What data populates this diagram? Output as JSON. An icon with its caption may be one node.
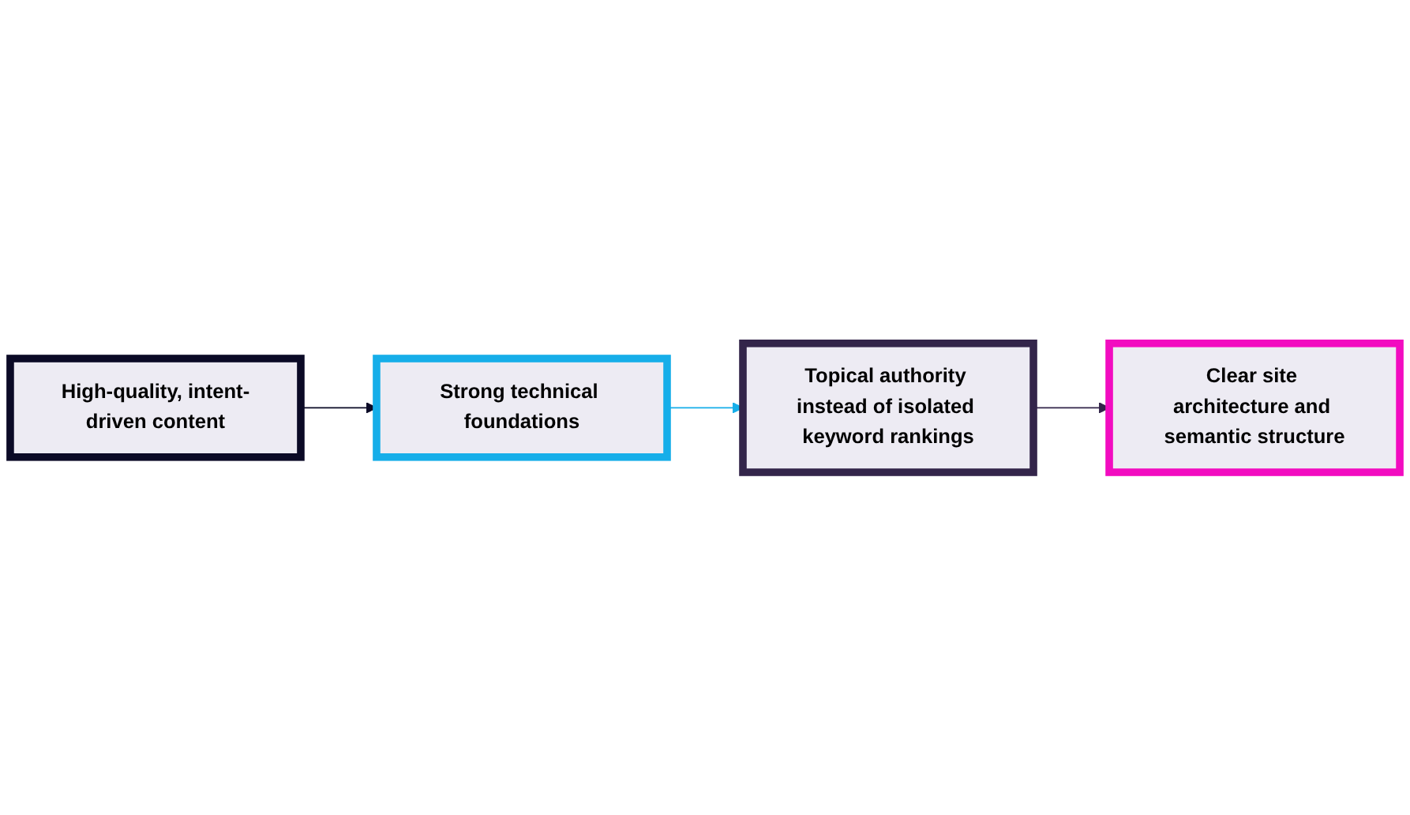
{
  "diagram": {
    "nodes": [
      {
        "text": [
          "High-quality, intent-driven content"
        ]
      },
      {
        "text": [
          "Strong technical foundations"
        ]
      },
      {
        "text": [
          "Topical authority instead of isolated keyword rankings"
        ]
      },
      {
        "text": [
          "Clear site architecture and semantic structure"
        ]
      }
    ],
    "edges": [
      {
        "from": 0,
        "to": 1,
        "arrow": "to",
        "color": "#0b0a26"
      },
      {
        "from": 1,
        "to": 2,
        "arrow": "to",
        "color": "#16aee9"
      },
      {
        "from": 2,
        "to": 3,
        "arrow": "to",
        "color": "#33254a"
      }
    ]
  }
}
